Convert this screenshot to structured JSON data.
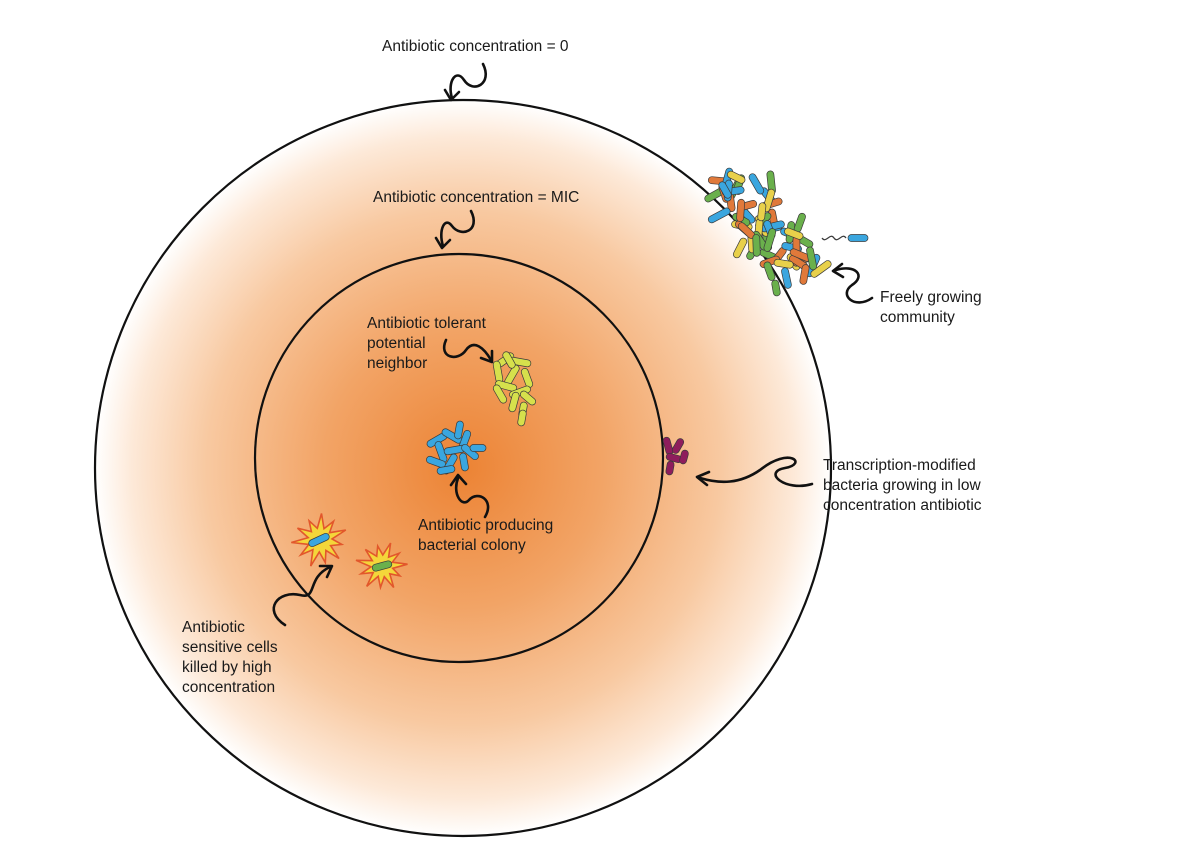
{
  "labels": {
    "outer_edge": "Antibiotic concentration = 0",
    "mic_edge": "Antibiotic concentration = MIC",
    "tolerant": [
      "Antibiotic tolerant",
      "potential",
      "neighbor"
    ],
    "producing": [
      "Antibiotic producing",
      "bacterial colony"
    ],
    "sensitive": [
      "Antibiotic",
      "sensitive cells",
      "killed by high",
      "concentration"
    ],
    "free_community": [
      "Freely growing",
      "community"
    ],
    "transcription": [
      "Transcription-modified",
      "bacteria growing in low",
      "concentration antibiotic"
    ]
  },
  "colors": {
    "gradient_center": "#ef8a3c",
    "gradient_mid": "#f6b98a",
    "gradient_edge": "#ffffff",
    "outline": "#111111",
    "tolerant_cells": "#d6e04c",
    "producing_cells": "#3aa6df",
    "modified_cells": "#8e1d5c",
    "killed_burst": "#f4d63a",
    "killed_burst_edge": "#e2572b",
    "community_green": "#6ab04c",
    "community_yellow": "#e8d04a",
    "community_orange": "#e0793a",
    "community_blue": "#3aa6df"
  }
}
